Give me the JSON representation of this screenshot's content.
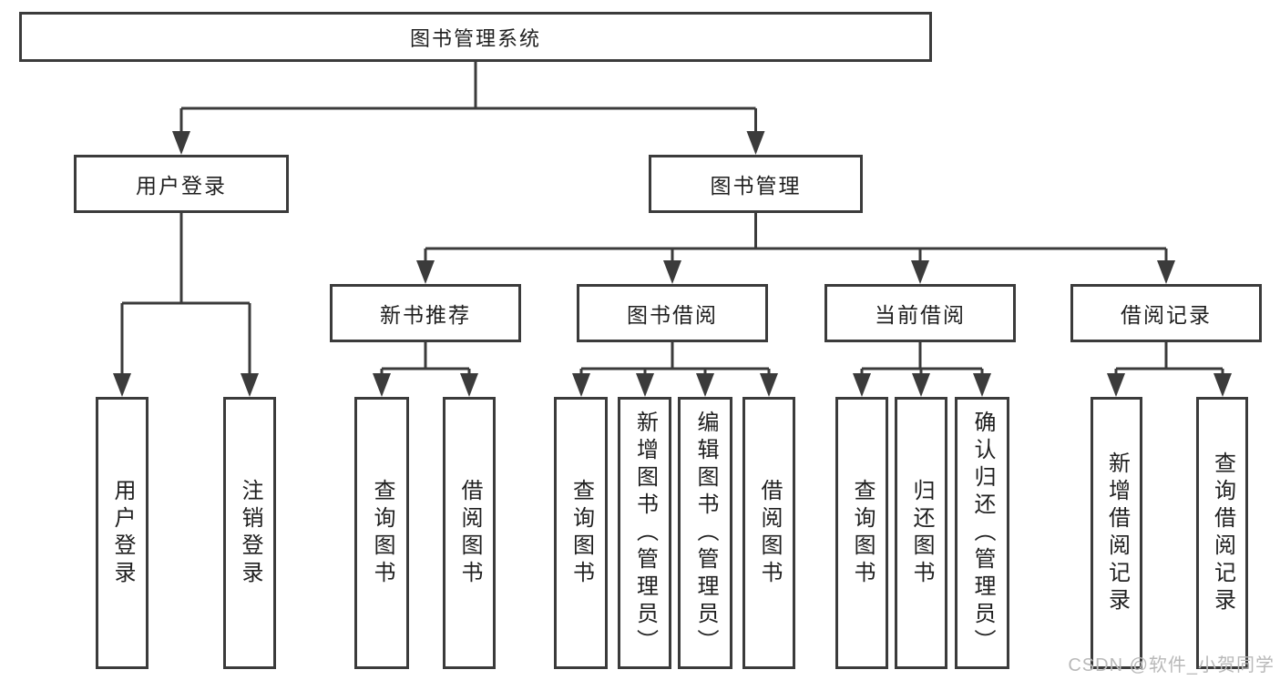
{
  "diagram": {
    "title": "图书管理系统",
    "watermark": "CSDN @软件_小贺同学",
    "colors": {
      "line": "#3b3b3b",
      "text": "#1f1f1f",
      "background": "#ffffff",
      "watermark": "#b9b9b9"
    },
    "hierarchy": {
      "root": "图书管理系统",
      "children": [
        {
          "label": "用户登录",
          "children": [
            "用户登录",
            "注销登录"
          ]
        },
        {
          "label": "图书管理",
          "children": [
            {
              "label": "新书推荐",
              "children": [
                "查询图书",
                "借阅图书"
              ]
            },
            {
              "label": "图书借阅",
              "children": [
                "查询图书",
                "新增图书（管理员）",
                "编辑图书（管理员）",
                "借阅图书"
              ]
            },
            {
              "label": "当前借阅",
              "children": [
                "查询图书",
                "归还图书",
                "确认归还（管理员）"
              ]
            },
            {
              "label": "借阅记录",
              "children": [
                "新增借阅记录",
                "查询借阅记录"
              ]
            }
          ]
        }
      ]
    }
  },
  "nodes": {
    "root": {
      "label": "图书管理系统"
    },
    "userLogin": {
      "label": "用户登录"
    },
    "bookManagement": {
      "label": "图书管理"
    },
    "newBookRecommend": {
      "label": "新书推荐"
    },
    "bookBorrow": {
      "label": "图书借阅"
    },
    "currentBorrow": {
      "label": "当前借阅"
    },
    "borrowRecords": {
      "label": "借阅记录"
    },
    "leafUserLogin": {
      "label": "用户登录"
    },
    "leafLogout": {
      "label": "注销登录"
    },
    "leafRecQueryBooks": {
      "label": "查询图书"
    },
    "leafRecBorrowBooks": {
      "label": "借阅图书"
    },
    "leafBbQueryBooks": {
      "label": "查询图书"
    },
    "leafBbAddBooks": {
      "label": "新增图书（管理员）"
    },
    "leafBbEditBooks": {
      "label": "编辑图书（管理员）"
    },
    "leafBbBorrowBooks": {
      "label": "借阅图书"
    },
    "leafCbQueryBooks": {
      "label": "查询图书"
    },
    "leafCbReturnBooks": {
      "label": "归还图书"
    },
    "leafCbConfirmReturn": {
      "label": "确认归还（管理员）"
    },
    "leafBrAddRecord": {
      "label": "新增借阅记录"
    },
    "leafBrQueryRecord": {
      "label": "查询借阅记录"
    }
  }
}
